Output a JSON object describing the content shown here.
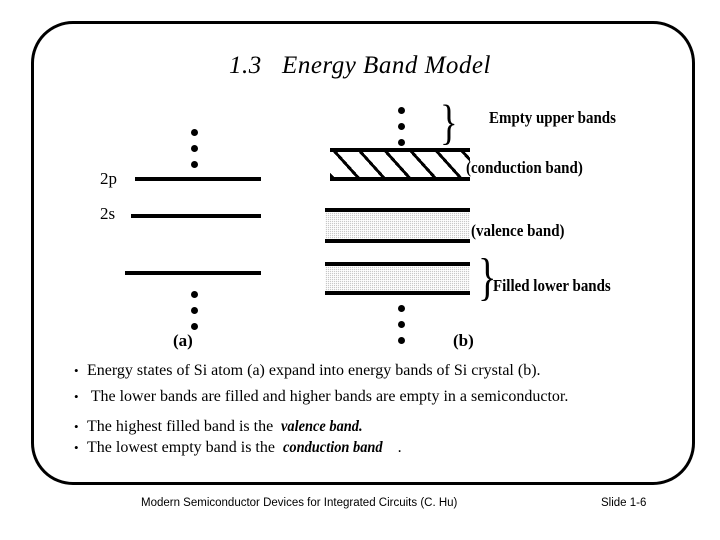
{
  "slide": {
    "title": "1.3   Energy Band Model",
    "frame_color": "#000000",
    "background": "#ffffff"
  },
  "diagram": {
    "panel_a": {
      "caption": "(a)",
      "top_dots_count": 3,
      "bottom_dots_count": 3,
      "levels": [
        {
          "label": "2p",
          "name": "level-2p"
        },
        {
          "label": "2s",
          "name": "level-2s"
        },
        {
          "label": "",
          "name": "level-lower"
        }
      ]
    },
    "panel_b": {
      "caption": "(b)",
      "top_dots_count": 3,
      "bottom_dots_count": 3,
      "bands": [
        {
          "label": "(conduction band)",
          "fill": "hatched",
          "name": "conduction-band"
        },
        {
          "label": "(valence band)",
          "fill": "gray",
          "name": "valence-band"
        },
        {
          "label": "",
          "fill": "gray",
          "name": "filled-lower-band"
        }
      ],
      "braces": [
        {
          "label": "Empty upper bands",
          "name": "empty-upper-bands"
        },
        {
          "label": "Filled lower bands",
          "name": "filled-lower-bands"
        }
      ],
      "brace_glyph": "}"
    }
  },
  "bullets": {
    "marker": "•",
    "items": [
      {
        "text": "Energy states of Si atom (a) expand into energy bands of Si crystal (b).",
        "emphasis": "",
        "tail": ""
      },
      {
        "text": " The lower bands are filled and higher bands are empty in a semiconductor.",
        "emphasis": "",
        "tail": ""
      },
      {
        "text": "The highest filled band is the  ",
        "emphasis": "valence band.",
        "tail": ""
      },
      {
        "text": "The lowest empty band is the  ",
        "emphasis": "conduction band",
        "tail": " ."
      }
    ]
  },
  "footer": {
    "book_title": "Modern Semiconductor Devices for Integrated Circuits (C. Hu)",
    "slide_number": "Slide 1-6"
  }
}
